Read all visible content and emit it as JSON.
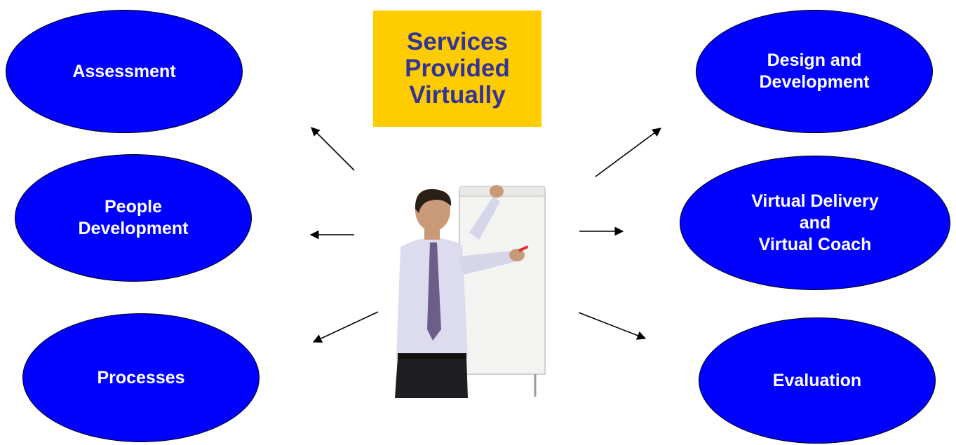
{
  "title": "Services\nProvided\nVirtually",
  "colors": {
    "oval_fill": "#0000ff",
    "oval_text": "#ffffff",
    "title_bg": "#ffcc00",
    "title_text": "#333399"
  },
  "services": {
    "assessment": "Assessment",
    "people_development": "People\nDevelopment",
    "processes": "Processes",
    "design_development": "Design and\nDevelopment",
    "virtual_delivery": "Virtual Delivery\nand\nVirtual Coach",
    "evaluation": "Evaluation"
  },
  "image": {
    "semantic": "presenter-at-flipchart"
  }
}
